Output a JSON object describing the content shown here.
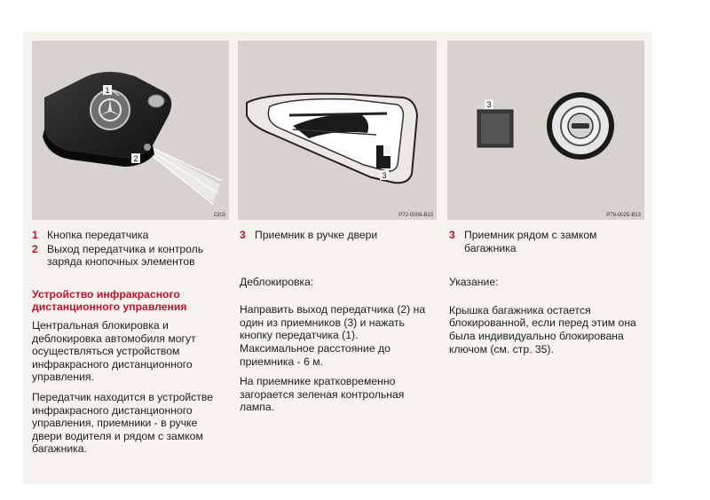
{
  "figures": [
    {
      "code": "2203",
      "callouts": [
        "1",
        "2"
      ]
    },
    {
      "code": "P72-0008-B13",
      "callouts": [
        "3"
      ]
    },
    {
      "code": "P78-0025-B13",
      "callouts": [
        "3"
      ]
    }
  ],
  "col1": {
    "captions": [
      {
        "num": "1",
        "text": "Кнопка передатчика"
      },
      {
        "num": "2",
        "text": "Выход передатчика и контроль заряда кнопочных элементов"
      }
    ],
    "heading": "Устройство инфракрасного дистанционного управления",
    "para1": "Центральная блокировка и деблокировка автомобиля могут осуществляться устройством инфракрасного дистанционного управления.",
    "para2": "Передатчик находится в устройстве инфракрасного дистанционного управления, приемники - в ручке двери водителя и рядом с замком багажника."
  },
  "col2": {
    "caption": {
      "num": "3",
      "text": "Приемник в ручке двери"
    },
    "label": "Деблокировка:",
    "para1": "Направить выход передатчика (2) на один из приемников (3) и нажать кнопку передатчика (1). Максимальное расстояние до приемника - 6 м.",
    "para2": "На приемнике кратковременно загорается зеленая контрольная лампа."
  },
  "col3": {
    "caption": {
      "num": "3",
      "text": "Приемник рядом с замком багажника"
    },
    "label": "Указание:",
    "para1": "Крышка багажника остается блокированной, если перед этим она была индивидуально блокирована ключом (см. стр. 35)."
  }
}
